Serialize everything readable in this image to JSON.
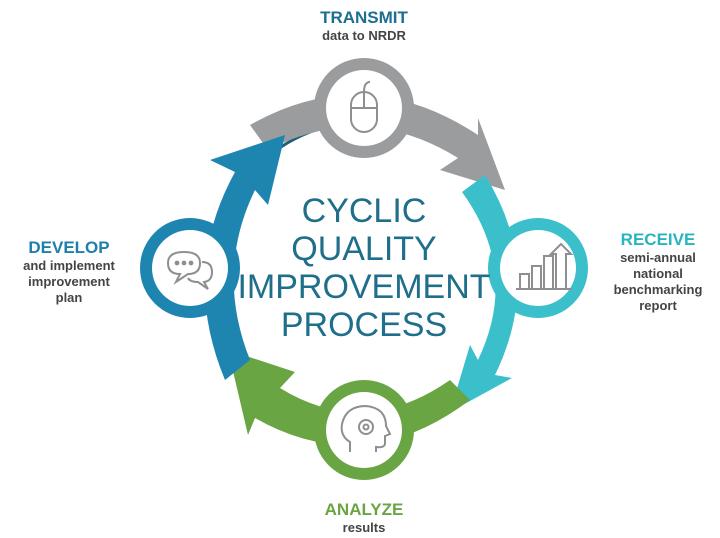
{
  "center_title": [
    "CYCLIC",
    "QUALITY",
    "IMPROVEMENT",
    "PROCESS"
  ],
  "steps": {
    "transmit": {
      "title": "TRANSMIT",
      "lines": [
        "data to NRDR"
      ],
      "color": "#1d6e8f",
      "arc_color": "#9a9c9e",
      "icon": "mouse-icon"
    },
    "receive": {
      "title": "RECEIVE",
      "lines": [
        "semi-annual",
        "national",
        "benchmarking",
        "report"
      ],
      "color": "#29b4c2",
      "arc_color": "#3bbfcb",
      "icon": "bar-chart-arrow-icon"
    },
    "analyze": {
      "title": "ANALYZE",
      "lines": [
        "results"
      ],
      "color": "#6aa544",
      "arc_color": "#6aa544",
      "icon": "head-gear-icon"
    },
    "develop": {
      "title": "DEVELOP",
      "lines": [
        "and implement",
        "improvement",
        "plan"
      ],
      "color": "#1d7faa",
      "arc_color": "#1d85b0",
      "icon": "speech-bubbles-icon"
    }
  },
  "colors": {
    "inner_ring": "#1b5f7a",
    "center_text": "#1f6f8b",
    "sub_text": "#444444"
  }
}
